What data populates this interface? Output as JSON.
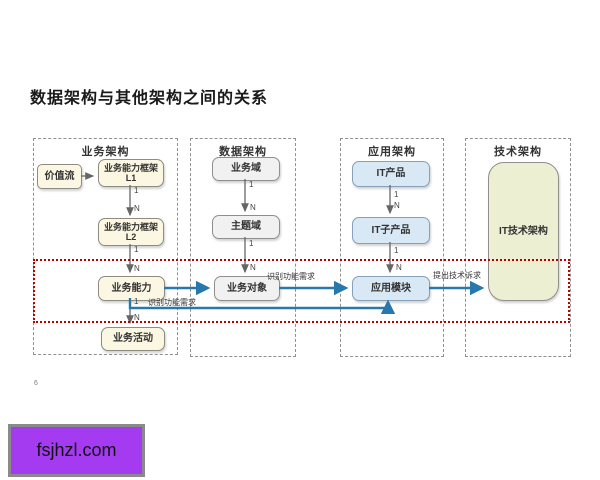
{
  "page": {
    "title": "数据架构与其他架构之间的关系",
    "page_number": "6",
    "watermark": "fsjhzl.com"
  },
  "diagram": {
    "columns": [
      {
        "id": "business",
        "header": "业务架构"
      },
      {
        "id": "data",
        "header": "数据架构"
      },
      {
        "id": "application",
        "header": "应用架构"
      },
      {
        "id": "technology",
        "header": "技术架构"
      }
    ],
    "nodes": {
      "value_stream": {
        "label": "价值流"
      },
      "cap_l1": {
        "label": "业务能力框架",
        "sub": "L1"
      },
      "cap_l2": {
        "label": "业务能力框架",
        "sub": "L2"
      },
      "biz_capability": {
        "label": "业务能力"
      },
      "biz_activity": {
        "label": "业务活动"
      },
      "biz_domain": {
        "label": "业务域"
      },
      "subject_domain": {
        "label": "主题域"
      },
      "biz_object": {
        "label": "业务对象"
      },
      "it_product": {
        "label": "IT产品"
      },
      "it_subproduct": {
        "label": "IT子产品"
      },
      "app_module": {
        "label": "应用模块"
      },
      "it_tech_arch": {
        "label": "IT技术架构"
      }
    },
    "labels": {
      "one": "1",
      "n": "N"
    },
    "edge_labels": {
      "identify_func_req_upper": "识别功能需求",
      "identify_func_req_lower": "识别功能需求",
      "propose_tech_req": "提出技术诉求"
    },
    "edges": [
      {
        "from": "价值流",
        "to": "业务能力框架 L1"
      },
      {
        "from": "业务能力框架 L1",
        "to": "业务能力框架 L2",
        "multiplicity": "1:N"
      },
      {
        "from": "业务能力框架 L2",
        "to": "业务能力",
        "multiplicity": "1:N"
      },
      {
        "from": "业务能力",
        "to": "业务活动",
        "multiplicity": "1:N"
      },
      {
        "from": "业务域",
        "to": "主题域",
        "multiplicity": "1:N"
      },
      {
        "from": "主题域",
        "to": "业务对象",
        "multiplicity": "1:N"
      },
      {
        "from": "IT产品",
        "to": "IT子产品",
        "multiplicity": "1:N"
      },
      {
        "from": "IT子产品",
        "to": "应用模块",
        "multiplicity": "1:N"
      },
      {
        "from": "业务能力",
        "to": "业务对象",
        "type": "blue"
      },
      {
        "from": "业务对象",
        "to": "应用模块",
        "label": "识别功能需求",
        "type": "blue"
      },
      {
        "from": "业务能力",
        "to": "应用模块",
        "label": "识别功能需求",
        "type": "blue"
      },
      {
        "from": "应用模块",
        "to": "IT技术架构",
        "label": "提出技术诉求",
        "type": "blue"
      }
    ],
    "colors": {
      "business_node_fill": "#FBF7E2",
      "data_node_fill": "#F1F1F1",
      "application_node_fill": "#D9E8F5",
      "technology_node_fill": "#EDEFD3",
      "arrow_blue": "#2878B0",
      "arrow_gray": "#666666",
      "highlight_dash_red": "#BB0000",
      "watermark_purple": "#A43BF0"
    }
  }
}
